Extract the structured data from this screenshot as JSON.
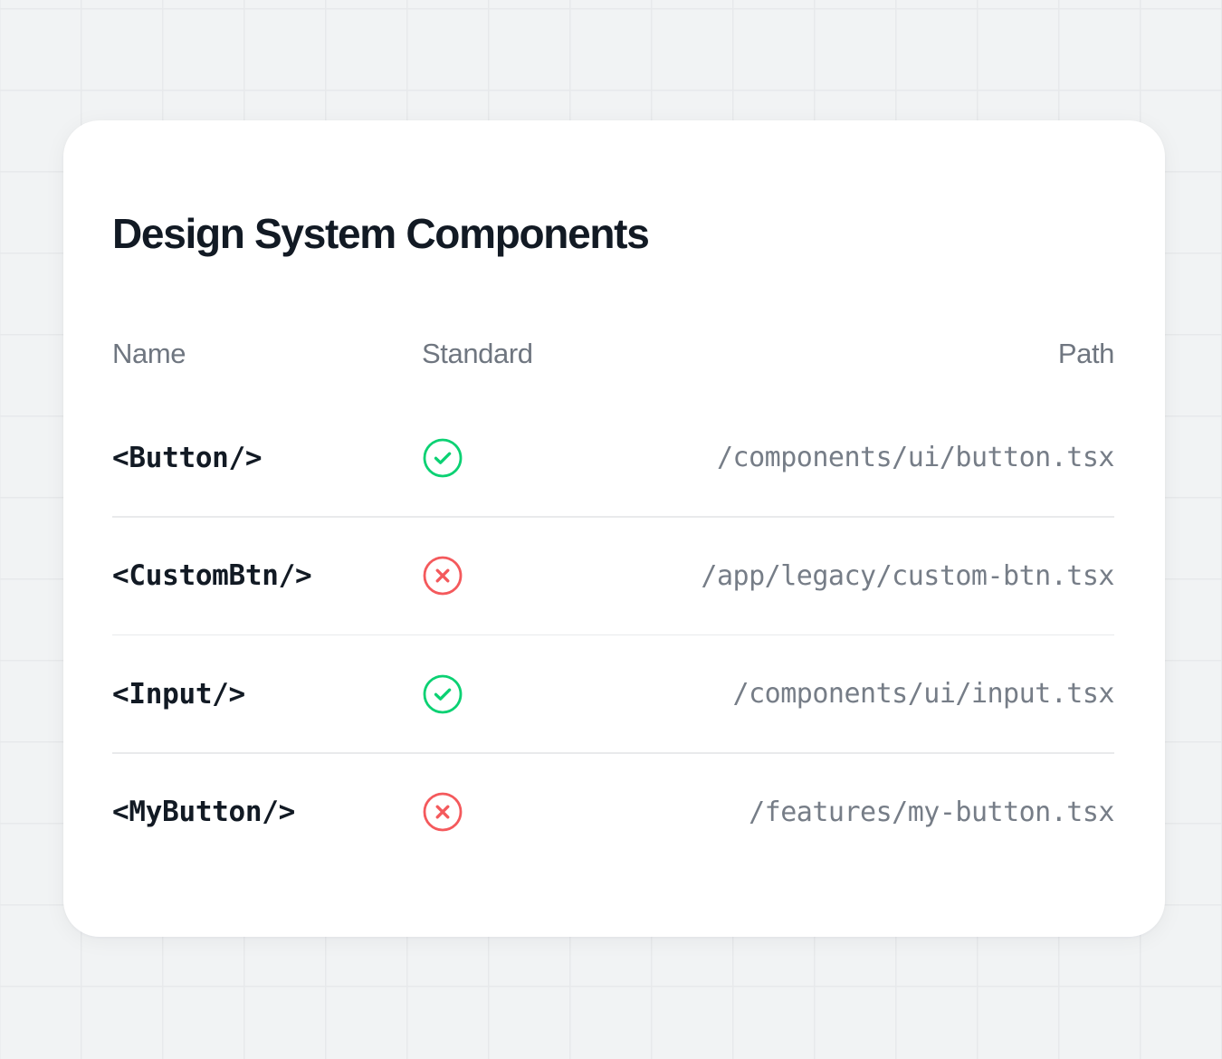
{
  "card": {
    "title": "Design System Components"
  },
  "table": {
    "columns": [
      {
        "key": "name",
        "label": "Name"
      },
      {
        "key": "standard",
        "label": "Standard"
      },
      {
        "key": "path",
        "label": "Path"
      }
    ],
    "rows": [
      {
        "name": "<Button/>",
        "standard": "pass",
        "standard_icon": "check-circle-icon",
        "path": "/components/ui/button.tsx"
      },
      {
        "name": "<CustomBtn/>",
        "standard": "fail",
        "standard_icon": "x-circle-icon",
        "path": "/app/legacy/custom-btn.tsx"
      },
      {
        "name": "<Input/>",
        "standard": "pass",
        "standard_icon": "check-circle-icon",
        "path": "/components/ui/input.tsx"
      },
      {
        "name": "<MyButton/>",
        "standard": "fail",
        "standard_icon": "x-circle-icon",
        "path": "/features/my-button.tsx"
      }
    ]
  },
  "colors": {
    "page_background": "#f1f3f4",
    "grid_line": "#e7e9eb",
    "card_background": "#ffffff",
    "title_text": "#121a24",
    "header_text": "#6f7680",
    "name_text": "#121a24",
    "path_text": "#767d87",
    "divider": "#e9eaec",
    "status_pass": "#0bd173",
    "status_fail": "#f4595c"
  }
}
